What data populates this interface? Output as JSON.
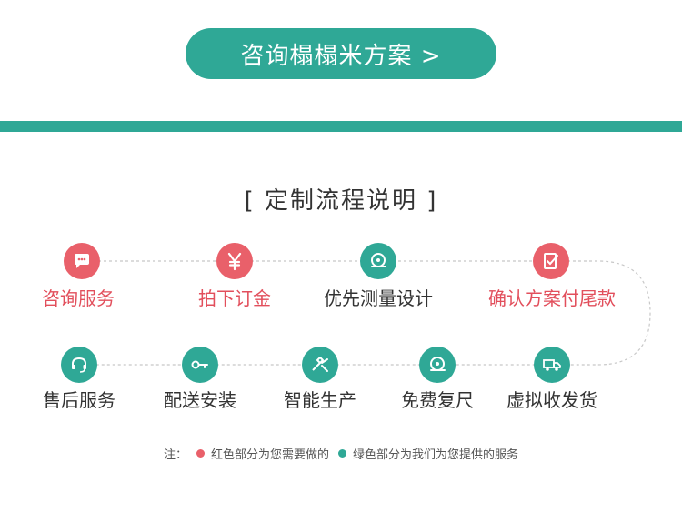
{
  "cta": {
    "label": "咨询榻榻米方案 >"
  },
  "section_title": "[ 定制流程说明 ]",
  "steps_row1": [
    {
      "label": "咨询服务",
      "icon": "chat-bubble-icon",
      "color": "red"
    },
    {
      "label": "拍下订金",
      "icon": "yen-icon",
      "color": "red"
    },
    {
      "label": "优先测量设计",
      "icon": "tape-measure-icon",
      "color": "green"
    },
    {
      "label": "确认方案付尾款",
      "icon": "checklist-icon",
      "color": "red"
    }
  ],
  "steps_row2": [
    {
      "label": "售后服务",
      "icon": "headset-icon",
      "color": "green"
    },
    {
      "label": "配送安装",
      "icon": "wrench-icon",
      "color": "green"
    },
    {
      "label": "智能生产",
      "icon": "tools-icon",
      "color": "green"
    },
    {
      "label": "免费复尺",
      "icon": "tape-measure-icon",
      "color": "green"
    },
    {
      "label": "虚拟收发货",
      "icon": "delivery-truck-icon",
      "color": "green"
    }
  ],
  "note": {
    "prefix": "注：",
    "red_text": "红色部分为您需要做的",
    "green_text": "绿色部分为我们为您提供的服务"
  },
  "colors": {
    "red": "#e9606a",
    "green": "#2fa896"
  }
}
